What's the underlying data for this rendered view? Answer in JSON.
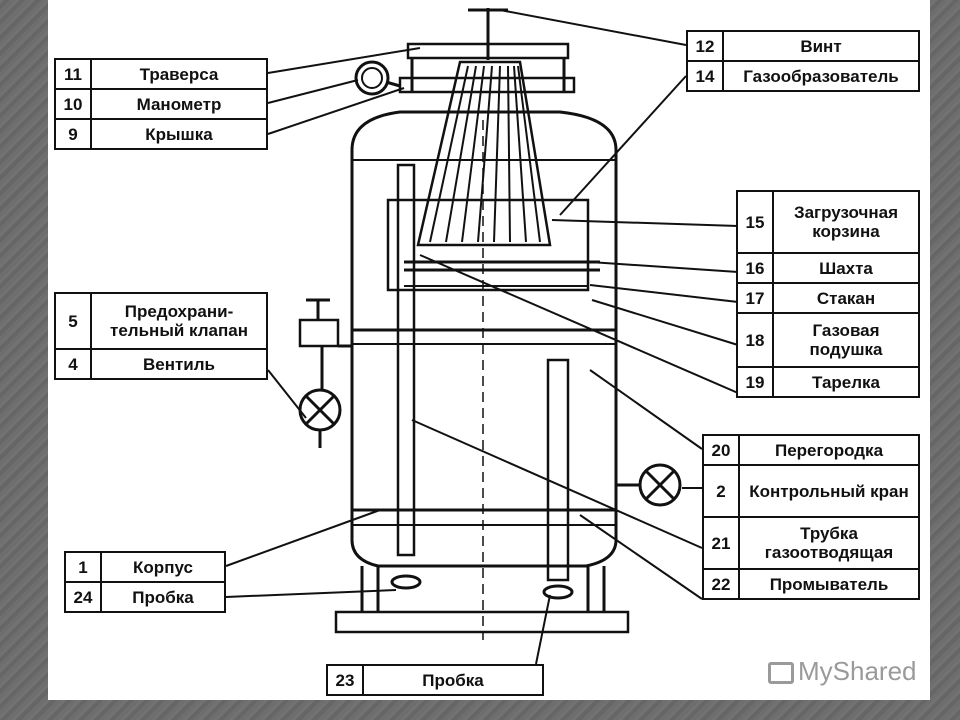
{
  "labels": {
    "l11": {
      "num": "11",
      "text": "Траверса"
    },
    "l10": {
      "num": "10",
      "text": "Манометр"
    },
    "l9": {
      "num": "9",
      "text": "Крышка"
    },
    "l12": {
      "num": "12",
      "text": "Винт"
    },
    "l14": {
      "num": "14",
      "text": "Газообразователь"
    },
    "l15": {
      "num": "15",
      "text": "Загрузочная корзина"
    },
    "l16": {
      "num": "16",
      "text": "Шахта"
    },
    "l17": {
      "num": "17",
      "text": "Стакан"
    },
    "l18": {
      "num": "18",
      "text": "Газовая подушка"
    },
    "l19": {
      "num": "19",
      "text": "Тарелка"
    },
    "l5": {
      "num": "5",
      "text": "Предохрани-тельный клапан"
    },
    "l4": {
      "num": "4",
      "text": "Вентиль"
    },
    "l20": {
      "num": "20",
      "text": "Перегородка"
    },
    "l2": {
      "num": "2",
      "text": "Контрольный кран"
    },
    "l21": {
      "num": "21",
      "text": "Трубка газоотводящая"
    },
    "l22": {
      "num": "22",
      "text": "Промыватель"
    },
    "l1": {
      "num": "1",
      "text": "Корпус"
    },
    "l24": {
      "num": "24",
      "text": "Пробка"
    },
    "l23": {
      "num": "23",
      "text": "Пробка"
    }
  },
  "watermark": "MyShared"
}
